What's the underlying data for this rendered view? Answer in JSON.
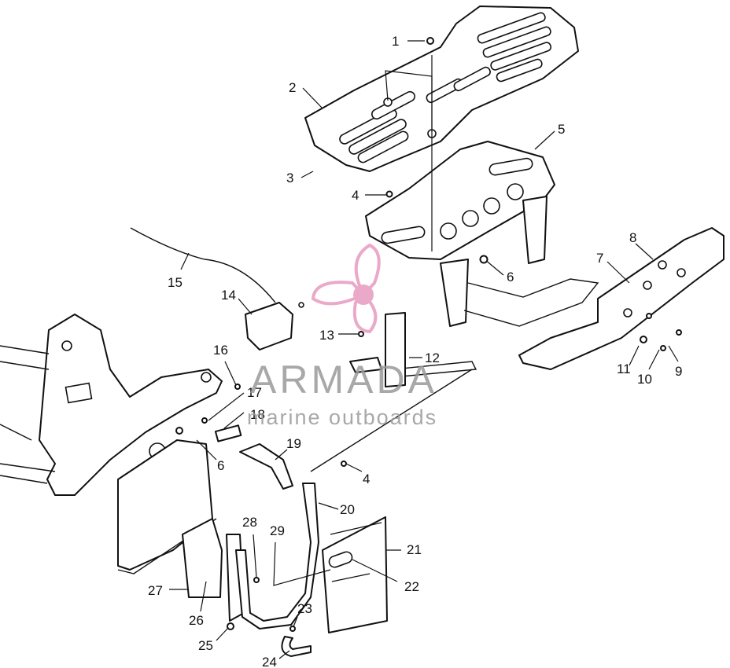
{
  "watermark": {
    "brand": "ARMADA",
    "tagline": "marine outboards",
    "logo_color": "#e79bc0"
  },
  "callouts": [
    {
      "id": "1",
      "label": "1"
    },
    {
      "id": "2",
      "label": "2"
    },
    {
      "id": "3",
      "label": "3"
    },
    {
      "id": "4a",
      "label": "4"
    },
    {
      "id": "5",
      "label": "5"
    },
    {
      "id": "6a",
      "label": "6"
    },
    {
      "id": "7",
      "label": "7"
    },
    {
      "id": "8",
      "label": "8"
    },
    {
      "id": "9",
      "label": "9"
    },
    {
      "id": "10",
      "label": "10"
    },
    {
      "id": "11",
      "label": "11"
    },
    {
      "id": "12",
      "label": "12"
    },
    {
      "id": "13",
      "label": "13"
    },
    {
      "id": "14",
      "label": "14"
    },
    {
      "id": "15",
      "label": "15"
    },
    {
      "id": "16",
      "label": "16"
    },
    {
      "id": "17",
      "label": "17"
    },
    {
      "id": "18",
      "label": "18"
    },
    {
      "id": "6b",
      "label": "6"
    },
    {
      "id": "19",
      "label": "19"
    },
    {
      "id": "4b",
      "label": "4"
    },
    {
      "id": "20",
      "label": "20"
    },
    {
      "id": "21",
      "label": "21"
    },
    {
      "id": "22",
      "label": "22"
    },
    {
      "id": "23",
      "label": "23"
    },
    {
      "id": "24",
      "label": "24"
    },
    {
      "id": "25",
      "label": "25"
    },
    {
      "id": "26",
      "label": "26"
    },
    {
      "id": "27",
      "label": "27"
    },
    {
      "id": "28",
      "label": "28"
    },
    {
      "id": "29",
      "label": "29"
    }
  ]
}
